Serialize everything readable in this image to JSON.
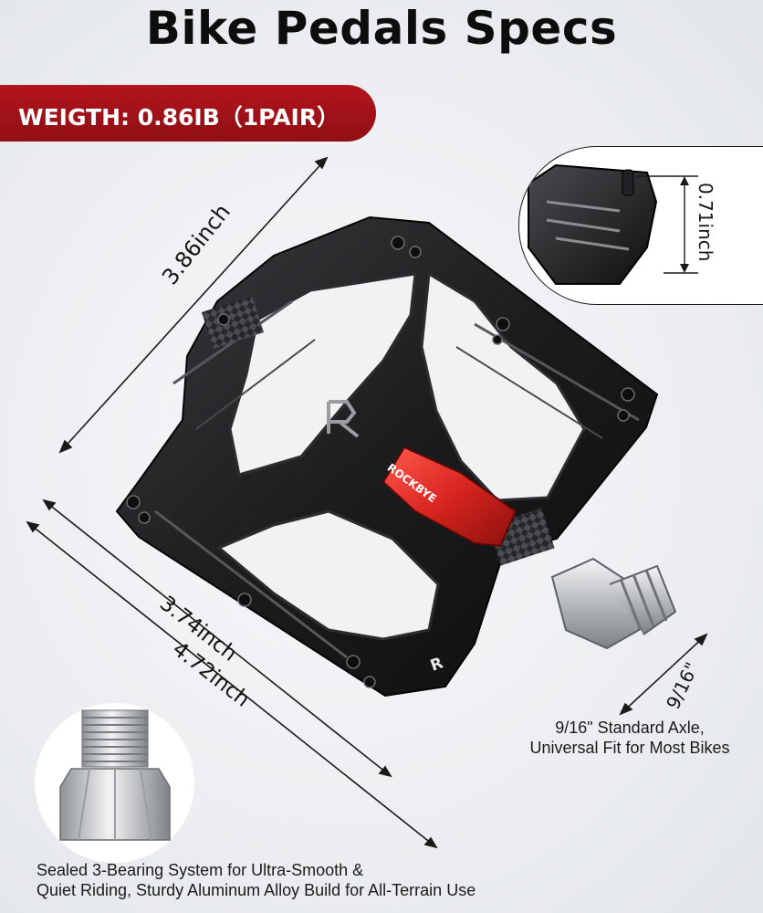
{
  "title": "Bike Pedals Specs",
  "weight_banner": "WEIGTH: 0.86IB（1PAIR）",
  "dimensions": {
    "diagonal_length": "3.86inch",
    "height": "0.71inch",
    "width_inner": "3.74inch",
    "width_outer": "4.72inch",
    "axle": "9/16\""
  },
  "pedal_branding": {
    "axle_label": "ROCKBYE",
    "logo_mark": "R"
  },
  "captions": {
    "axle_line1": "9/16\" Standard Axle,",
    "axle_line2": "Universal Fit for Most Bikes",
    "bearing_line1": "Sealed 3-Bearing System for Ultra-Smooth &",
    "bearing_line2": "Quiet Riding, Sturdy Aluminum Alloy Build for All-Terrain Use"
  },
  "colors": {
    "banner_red": "#a5131a",
    "pedal_black": "#1c1c1e",
    "axle_red": "#d8251f",
    "spindle_silver": "#c9ccd0"
  }
}
